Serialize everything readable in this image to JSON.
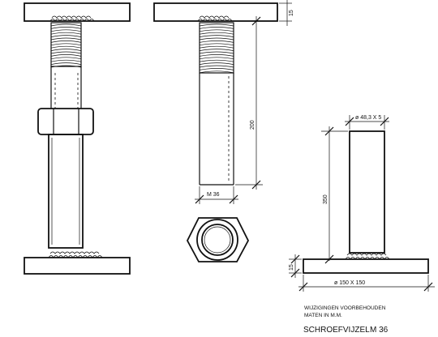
{
  "dimensions": {
    "plate_thickness_a": "15",
    "plate_thickness_b": "15",
    "threaded_length": "200",
    "thread_size": "M 36",
    "tube_diameter": "ø 48,3 X 5",
    "tube_height": "350",
    "base_plate": "ø 150 X 150"
  },
  "notes": {
    "line1": "WIJZIGINGEN VOORBEHOUDEN",
    "line2": "MATEN IN M.M.",
    "title": "SCHROEFVIJZEL",
    "size": "M 36"
  }
}
